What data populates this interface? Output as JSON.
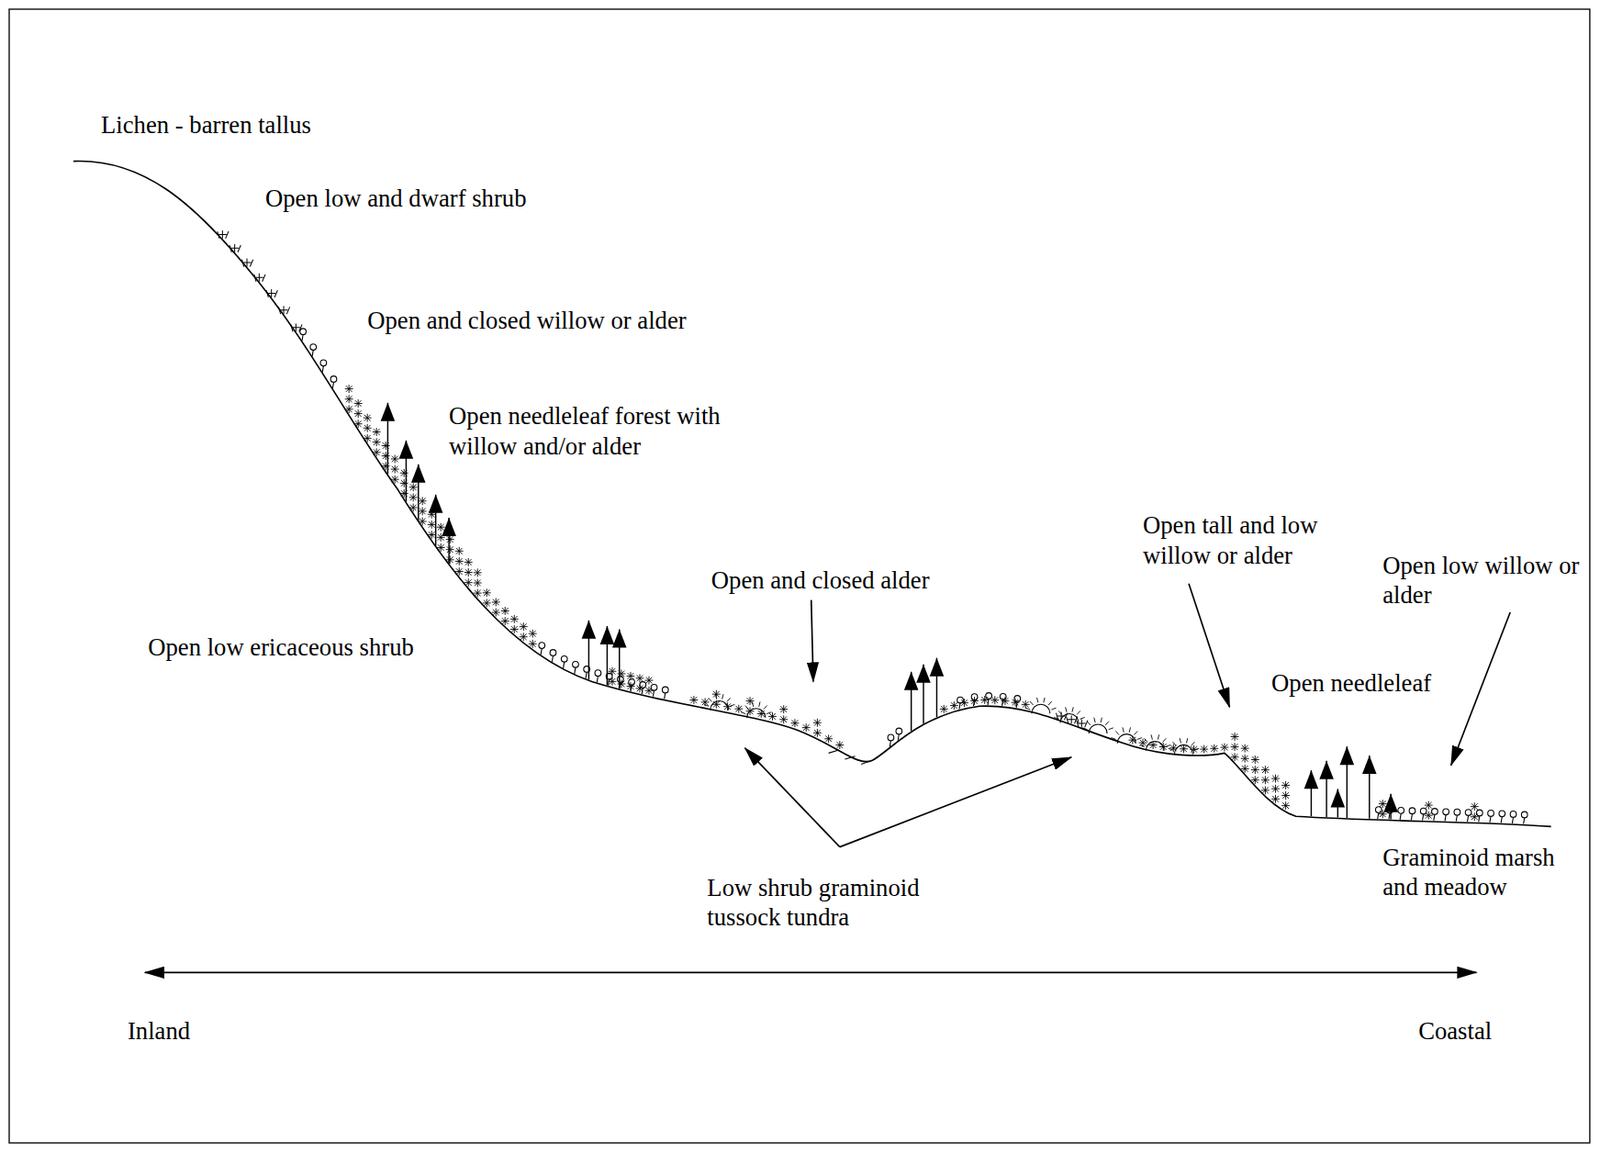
{
  "diagram": {
    "labels": [
      "Lichen - barren tallus",
      "Open low and dwarf shrub",
      "Open and closed willow or alder",
      "Open needleleaf forest with willow and/or alder",
      "Open low ericaceous shrub",
      "Open and closed alder",
      "Open tall and low willow or alder",
      "Open low willow or alder",
      "Open needleleaf",
      "Low shrub graminoid tussock tundra",
      "Graminoid marsh and meadow",
      "Inland",
      "Coastal"
    ]
  }
}
